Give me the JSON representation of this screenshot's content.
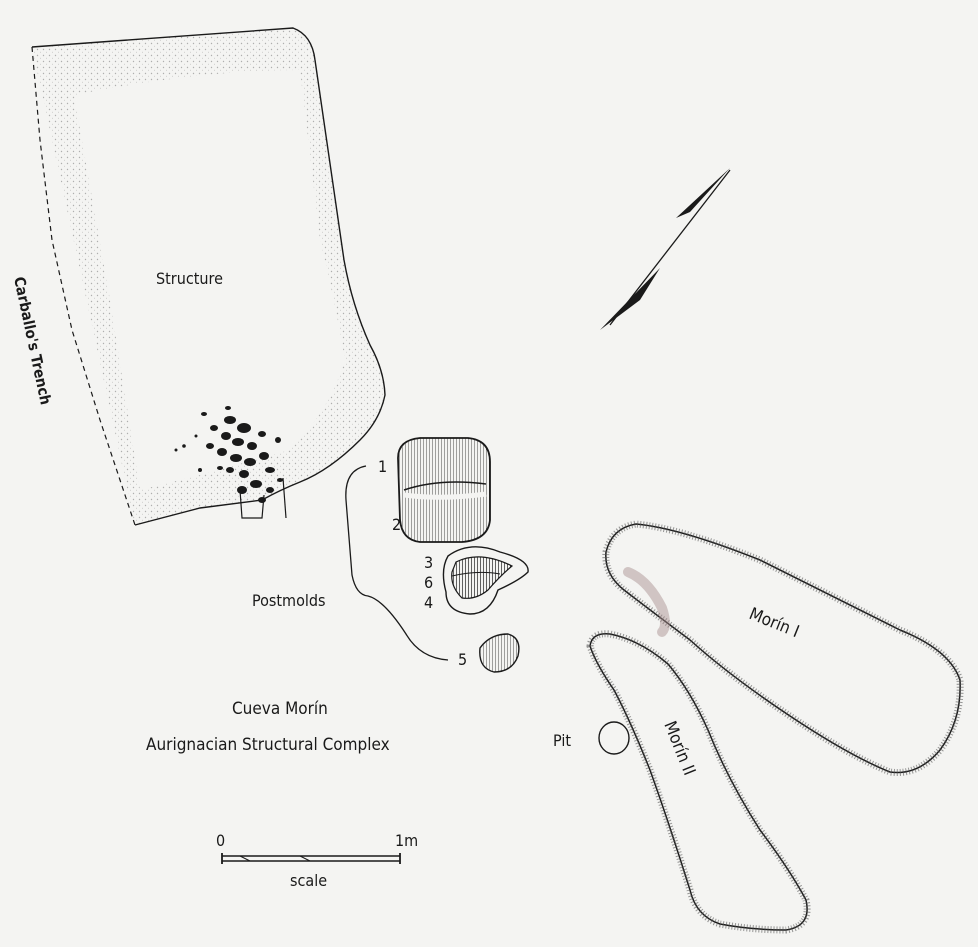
{
  "labels": {
    "structure": "Structure",
    "trench": "Carballo's Trench",
    "postmolds": "Postmolds",
    "pm1": "1",
    "pm2": "2",
    "pm3": "3",
    "pm6": "6",
    "pm4": "4",
    "pm5": "5",
    "morin1": "Morín I",
    "morin2": "Morín II",
    "pit": "Pit"
  },
  "title": {
    "line1": "Cueva Morín",
    "line2": "Aurignacian Structural Complex"
  },
  "scale": {
    "start": "0",
    "end": "1m",
    "label": "scale"
  },
  "colors": {
    "ink": "#1a1a1a",
    "paper": "#f4f4f2",
    "stipple": "#8a8a8a"
  },
  "icons": {
    "north": "north-arrow-icon"
  }
}
